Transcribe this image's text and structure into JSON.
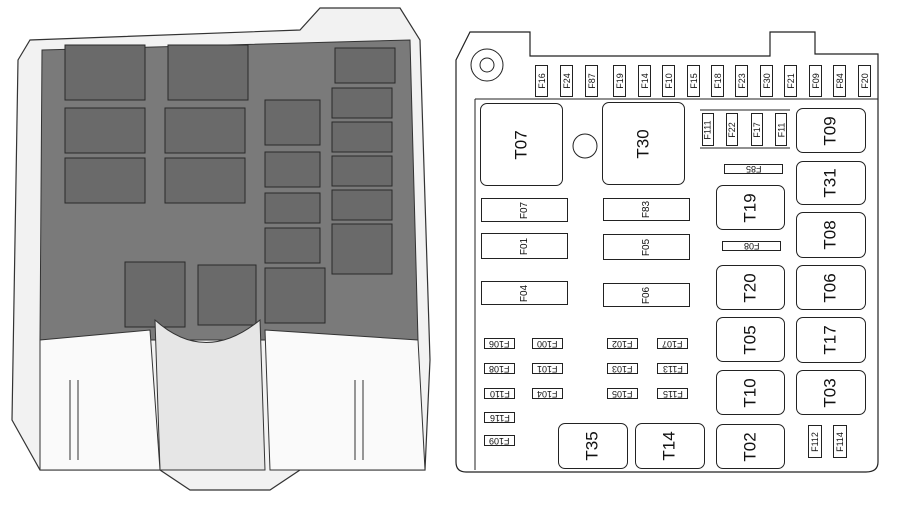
{
  "title": "Fuse box layout",
  "top_row_fuses": [
    "F16",
    "F24",
    "F87",
    "F19",
    "F14",
    "F10",
    "F15",
    "F18",
    "F23",
    "F30",
    "F21",
    "F09",
    "F84",
    "F20"
  ],
  "upper_mid_fuses": [
    "F111",
    "F22",
    "F17",
    "F11"
  ],
  "relays": [
    "T07",
    "T30",
    "T09",
    "T31",
    "T19",
    "T08",
    "T20",
    "T06",
    "T05",
    "T17",
    "T10",
    "T03",
    "T35",
    "T14",
    "T02"
  ],
  "large_fuses": [
    "F07",
    "F01",
    "F04",
    "F83",
    "F05",
    "F06"
  ],
  "inverted_fuses": [
    "F85",
    "F08"
  ],
  "mini_fuses": [
    "F106",
    "F108",
    "F110",
    "F116",
    "F109",
    "F100",
    "F101",
    "F104",
    "F102",
    "F103",
    "F105",
    "F107",
    "F113",
    "F115"
  ],
  "bottom_right_fuses": [
    "F112",
    "F114"
  ]
}
